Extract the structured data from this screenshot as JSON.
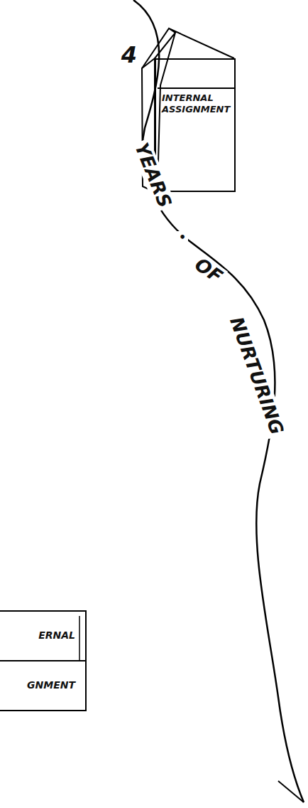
{
  "diagram": {
    "nodes": [
      {
        "text": [
          "INTERNAL ASSIGNMENT"
        ]
      },
      {
        "text": [
          "ERNAL",
          "GNMENT"
        ]
      }
    ],
    "labels": [
      "4",
      "YEARS",
      "•",
      "OF",
      "NURTURING"
    ]
  }
}
